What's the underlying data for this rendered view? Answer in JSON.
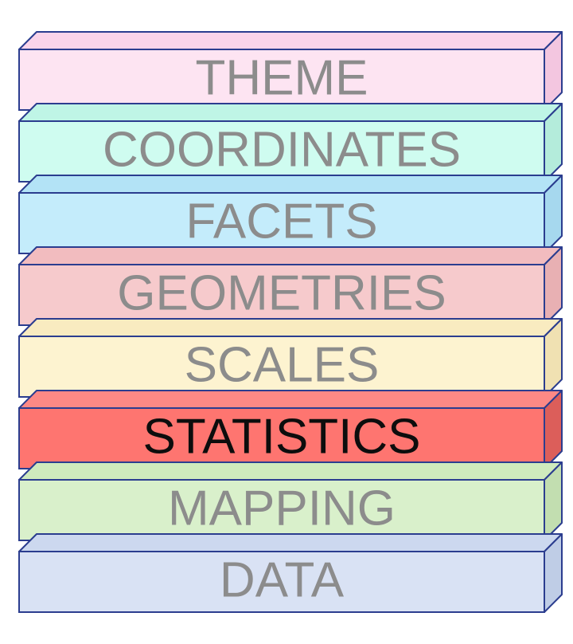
{
  "layers": [
    {
      "label": "THEME",
      "front": "#fde4f2",
      "top": "#fad4ea",
      "side": "#f3c6e0",
      "text": "#8c8c8c",
      "highlighted": false
    },
    {
      "label": "COORDINATES",
      "front": "#cffcf0",
      "top": "#bff5e6",
      "side": "#b4ecdb",
      "text": "#8c8c8c",
      "highlighted": false
    },
    {
      "label": "FACETS",
      "front": "#c4ecfb",
      "top": "#b3e3f6",
      "side": "#a6d8ee",
      "text": "#8c8c8c",
      "highlighted": false
    },
    {
      "label": "GEOMETRIES",
      "front": "#f6cacc",
      "top": "#f2bcbf",
      "side": "#e8b0b3",
      "text": "#8c8c8c",
      "highlighted": false
    },
    {
      "label": "SCALES",
      "front": "#fdf3d0",
      "top": "#f9ebc0",
      "side": "#f0e1b2",
      "text": "#8c8c8c",
      "highlighted": false
    },
    {
      "label": "STATISTICS",
      "front": "#fe7570",
      "top": "#fd8985",
      "side": "#dc5e5a",
      "text": "#0d0d0d",
      "highlighted": true
    },
    {
      "label": "MAPPING",
      "front": "#d9f0cb",
      "top": "#cfeabd",
      "side": "#c2deb0",
      "text": "#8c8c8c",
      "highlighted": false
    },
    {
      "label": "DATA",
      "front": "#d9e2f4",
      "top": "#ccd8ef",
      "side": "#bfcde6",
      "text": "#8c8c8c",
      "highlighted": false
    }
  ],
  "outline_color": "#2b3d8f"
}
